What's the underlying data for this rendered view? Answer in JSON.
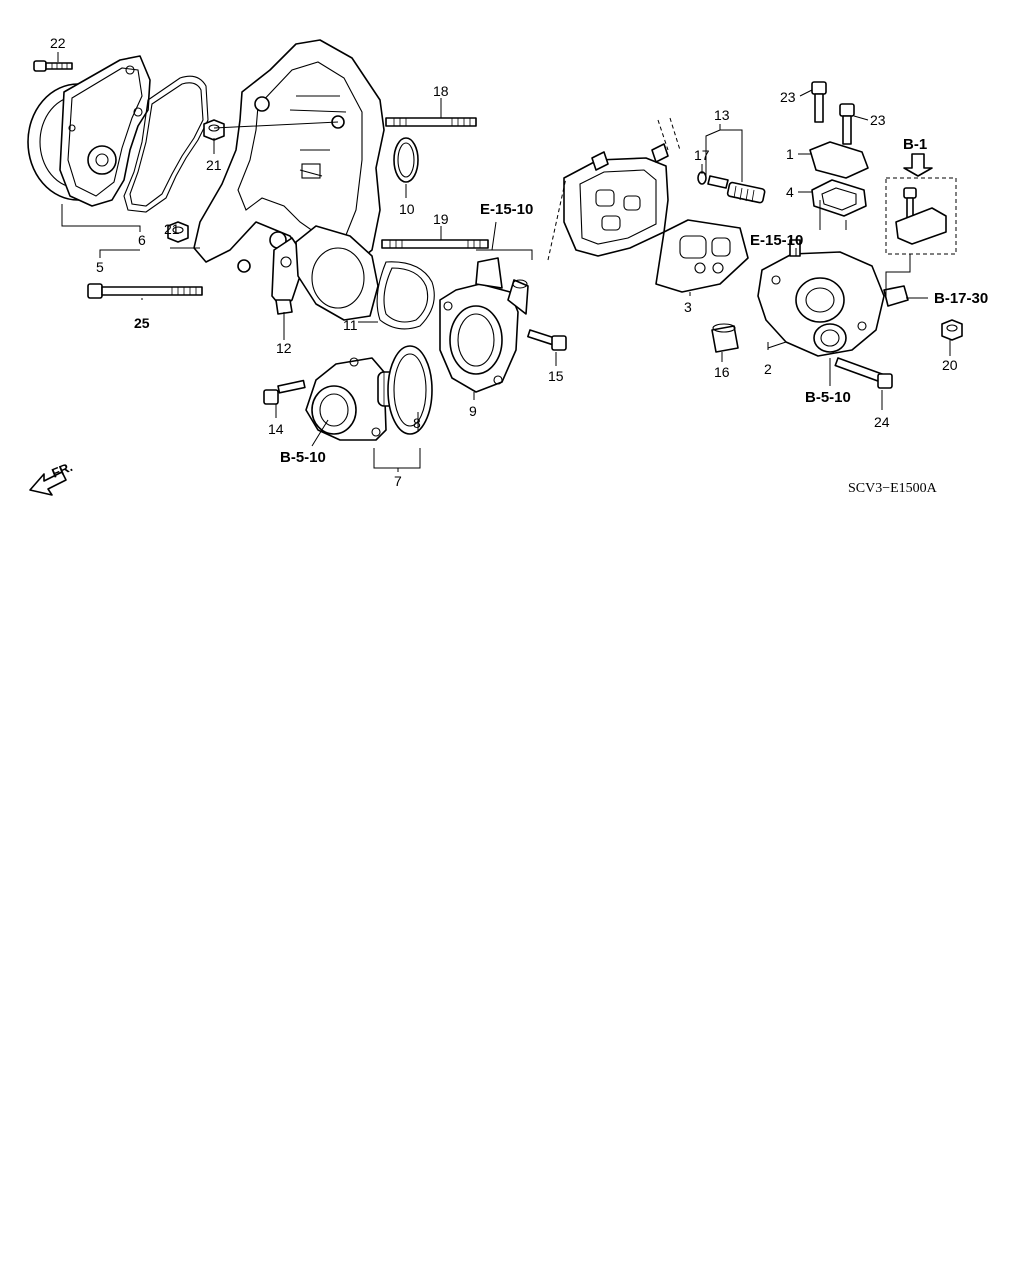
{
  "diagram": {
    "drawing_code": "SCV3−E1500A",
    "direction_label": "FR.",
    "callouts": {
      "n1": "1",
      "n2": "2",
      "n3": "3",
      "n4": "4",
      "n5": "5",
      "n6": "6",
      "n7": "7",
      "n8": "8",
      "n9": "9",
      "n10": "10",
      "n11": "11",
      "n12": "12",
      "n13": "13",
      "n14": "14",
      "n15": "15",
      "n16": "16",
      "n17": "17",
      "n18": "18",
      "n19": "19",
      "n20": "20",
      "n21a": "21",
      "n21b": "21",
      "n22": "22",
      "n23a": "23",
      "n23b": "23",
      "n24": "24",
      "n25": "25"
    },
    "references": {
      "e15_10_a": "E-15-10",
      "e15_10_b": "E-15-10",
      "b5_10_a": "B-5-10",
      "b5_10_b": "B-5-10",
      "b17_30": "B-17-30",
      "b1": "B-1"
    }
  }
}
